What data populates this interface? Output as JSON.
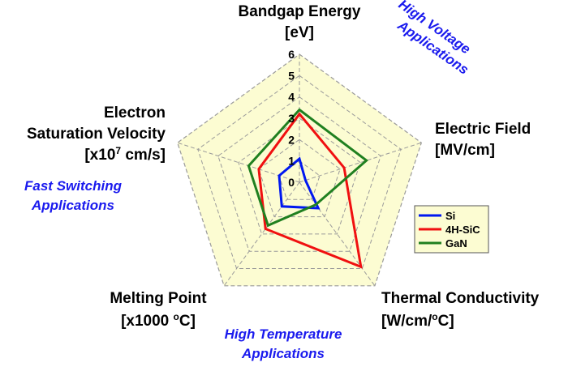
{
  "chart_data": {
    "type": "radar",
    "axes": [
      {
        "key": "bandgap",
        "lines": [
          {
            "text": "Bandgap Energy"
          },
          {
            "text": "[eV]"
          }
        ]
      },
      {
        "key": "efield",
        "lines": [
          {
            "text": "Electric Field"
          },
          {
            "text": "[MV/cm]"
          }
        ]
      },
      {
        "key": "thermal",
        "lines": [
          {
            "text": "Thermal Conductivity"
          },
          {
            "parts": [
              {
                "t": "[W/cm/"
              },
              {
                "t": "o",
                "sup": true
              },
              {
                "t": "C]"
              }
            ]
          }
        ]
      },
      {
        "key": "melting",
        "lines": [
          {
            "text": "Melting Point"
          },
          {
            "parts": [
              {
                "t": "[x1000 "
              },
              {
                "t": "o",
                "sup": true
              },
              {
                "t": "C]"
              }
            ]
          }
        ]
      },
      {
        "key": "velocity",
        "lines": [
          {
            "text": "Electron"
          },
          {
            "text": "Saturation Velocity"
          },
          {
            "parts": [
              {
                "t": "[x10"
              },
              {
                "t": "7",
                "sup": true
              },
              {
                "t": " cm/s]"
              }
            ]
          }
        ]
      }
    ],
    "rlim": [
      0,
      6
    ],
    "ticks": [
      0,
      1,
      2,
      3,
      4,
      5,
      6
    ],
    "grid": true,
    "series": [
      {
        "name": "Si",
        "color": "#0018f0",
        "values": [
          1.1,
          0.3,
          1.5,
          1.4,
          1.0
        ]
      },
      {
        "name": "4H-SiC",
        "color": "#f01010",
        "values": [
          3.2,
          2.2,
          4.9,
          2.7,
          2.0
        ]
      },
      {
        "name": "GaN",
        "color": "#208020",
        "values": [
          3.4,
          3.3,
          1.3,
          2.5,
          2.5
        ]
      }
    ],
    "legend": "right",
    "annotations": [
      {
        "key": "high-voltage",
        "lines": [
          "High Voltage",
          "Applications"
        ],
        "color": "#1a1aee"
      },
      {
        "key": "fast-switching",
        "lines": [
          "Fast Switching",
          "Applications"
        ],
        "color": "#1a1aee"
      },
      {
        "key": "high-temperature",
        "lines": [
          "High Temperature",
          "Applications"
        ],
        "color": "#1a1aee"
      }
    ],
    "colors": {
      "fill": "#fcfcd2",
      "grid": "#9a9a9a"
    }
  }
}
